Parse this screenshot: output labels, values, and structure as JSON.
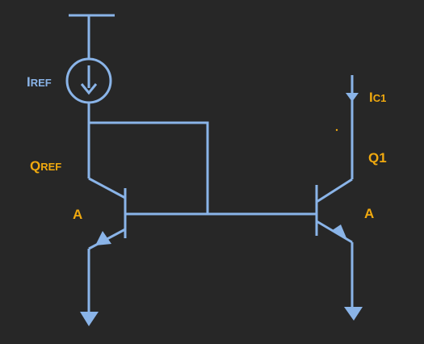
{
  "colors": {
    "background": "#272727",
    "wire": "#8ab4e8",
    "iref_label": "#8ab4e8",
    "device_label": "#f0a90f"
  },
  "labels": {
    "iref_main": "I",
    "iref_sub": "REF",
    "qref_main": "Q",
    "qref_sub": "REF",
    "ic1_main": "I",
    "ic1_sub": "C1",
    "q1": "Q1",
    "area_left": "A",
    "area_right": "A"
  },
  "icons": {
    "current_source": "current-source-icon",
    "supply": "supply-rail-icon",
    "ground": "arrow-down-icon"
  }
}
